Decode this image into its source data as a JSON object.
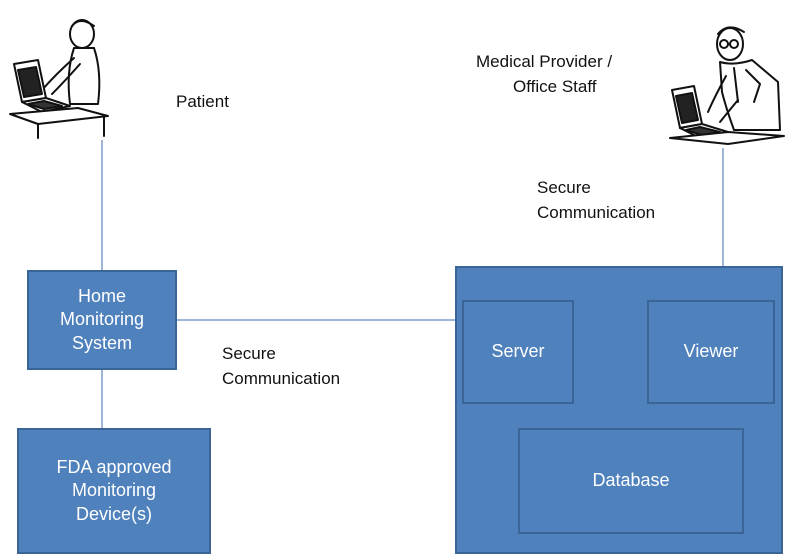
{
  "actors": {
    "patient": {
      "label": "Patient"
    },
    "provider": {
      "label_line1": "Medical Provider /",
      "label_line2": "Office Staff"
    }
  },
  "nodes": {
    "home_monitoring": {
      "line1": "Home",
      "line2": "Monitoring",
      "line3": "System"
    },
    "device": {
      "line1": "FDA approved",
      "line2": "Monitoring",
      "line3": "Device(s)"
    },
    "server": {
      "label": "Server"
    },
    "viewer": {
      "label": "Viewer"
    },
    "database": {
      "label": "Database"
    }
  },
  "edges": {
    "secure_left": {
      "line1": "Secure",
      "line2": "Communication"
    },
    "secure_right": {
      "line1": "Secure",
      "line2": "Communication"
    }
  },
  "colors": {
    "box_fill": "#4f81bd",
    "box_border": "#3a6596",
    "connector": "#7f9fc8"
  }
}
